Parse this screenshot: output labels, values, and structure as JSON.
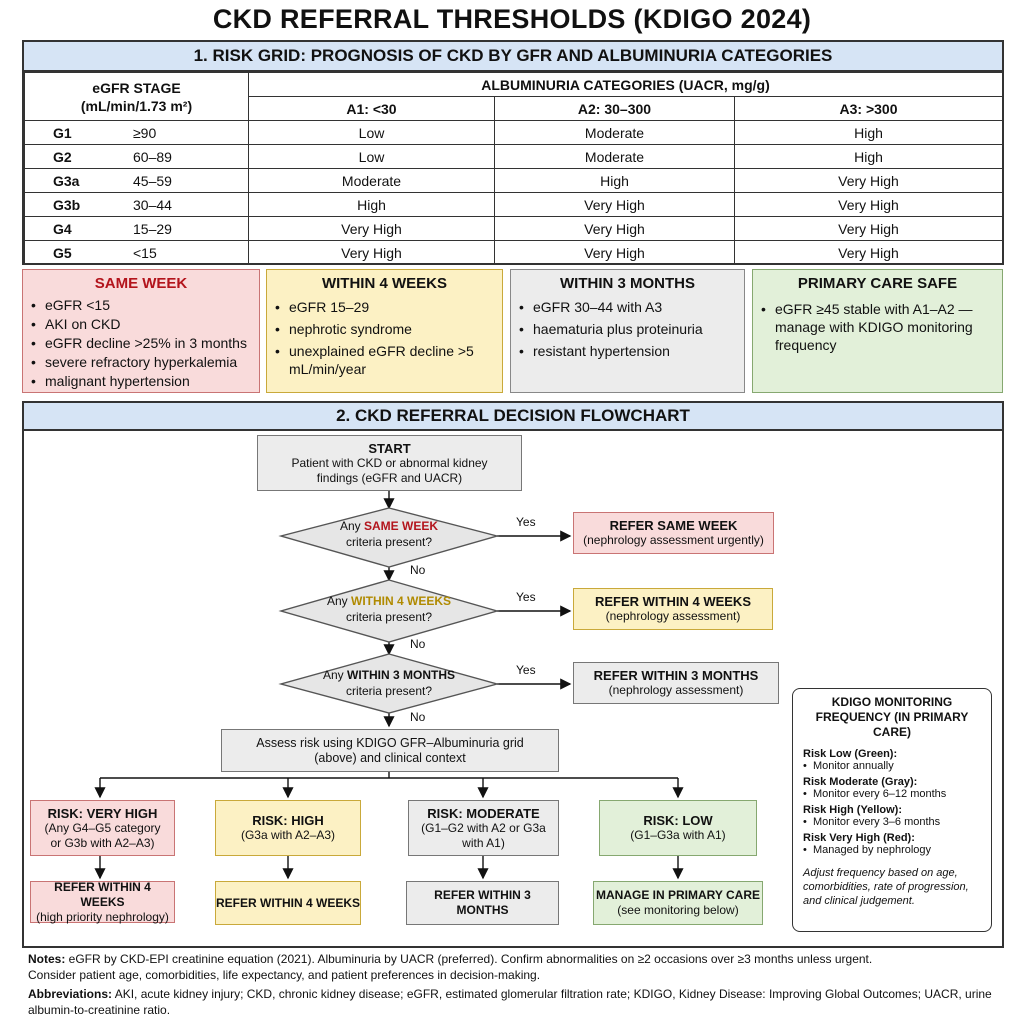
{
  "title": "CKD REFERRAL THRESHOLDS (KDIGO 2024)",
  "section1": {
    "header": "1. RISK GRID: PROGNOSIS OF CKD BY GFR AND ALBUMINURIA CATEGORIES",
    "stage_header_line1": "eGFR STAGE",
    "stage_header_line2": "(mL/min/1.73 m²)",
    "albuminuria_header": "ALBUMINURIA CATEGORIES (UACR, mg/g)",
    "columns": [
      "A1: <30",
      "A2: 30–300",
      "A3: >300"
    ],
    "rows": [
      {
        "stage": "G1",
        "range": "≥90",
        "risk": [
          "Low",
          "Moderate",
          "High"
        ]
      },
      {
        "stage": "G2",
        "range": "60–89",
        "risk": [
          "Low",
          "Moderate",
          "High"
        ]
      },
      {
        "stage": "G3a",
        "range": "45–59",
        "risk": [
          "Moderate",
          "High",
          "Very High"
        ]
      },
      {
        "stage": "G3b",
        "range": "30–44",
        "risk": [
          "High",
          "Very High",
          "Very High"
        ]
      },
      {
        "stage": "G4",
        "range": "15–29",
        "risk": [
          "Very High",
          "Very High",
          "Very High"
        ]
      },
      {
        "stage": "G5",
        "range": "<15",
        "risk": [
          "Very High",
          "Very High",
          "Very High"
        ]
      }
    ]
  },
  "categories": [
    {
      "title": "SAME WEEK",
      "color": "#b3141c",
      "bg": "#f9dbdb",
      "border": "#c97474",
      "items": [
        "eGFR <15",
        "AKI on CKD",
        "eGFR decline >25% in 3 months",
        "severe refractory hyperkalemia",
        "malignant hypertension"
      ]
    },
    {
      "title": "WITHIN 4 WEEKS",
      "color": "#111111",
      "bg": "#fcf1c4",
      "border": "#c9a93a",
      "items": [
        "eGFR 15–29",
        "nephrotic syndrome",
        "unexplained eGFR decline >5 mL/min/year"
      ]
    },
    {
      "title": "WITHIN 3 MONTHS",
      "color": "#111111",
      "bg": "#ececec",
      "border": "#888888",
      "items": [
        "eGFR 30–44 with A3",
        "haematuria plus proteinuria",
        "resistant hypertension"
      ]
    },
    {
      "title": "PRIMARY CARE SAFE",
      "color": "#111111",
      "bg": "#e2f0d9",
      "border": "#86a870",
      "items": [
        "eGFR ≥45 stable with A1–A2 — manage with KDIGO monitoring frequency"
      ]
    }
  ],
  "section2": {
    "header": "2. CKD REFERRAL DECISION FLOWCHART",
    "start_title": "START",
    "start_text": "Patient with CKD or abnormal kidney findings (eGFR and UACR)",
    "d1_pre": "Any ",
    "d1_key": "SAME WEEK",
    "d1_post": "criteria present?",
    "d2_pre": "Any ",
    "d2_key": "WITHIN 4 WEEKS",
    "d2_post": "criteria present?",
    "d3_pre": "Any ",
    "d3_key": "WITHIN 3 MONTHS",
    "d3_post": "criteria present?",
    "yes": "Yes",
    "no": "No",
    "r1_title": "REFER SAME WEEK",
    "r1_text": "(nephrology assessment urgently)",
    "r2_title": "REFER WITHIN 4 WEEKS",
    "r2_text": "(nephrology assessment)",
    "r3_title": "REFER WITHIN 3 MONTHS",
    "r3_text": "(nephrology assessment)",
    "assess_text": "Assess risk using KDIGO GFR–Albuminuria grid (above) and clinical context",
    "risk_vh_title": "RISK: VERY HIGH",
    "risk_vh_text": "(Any G4–G5 category or G3b with A2–A3)",
    "risk_h_title": "RISK: HIGH",
    "risk_h_text": "(G3a with A2–A3)",
    "risk_m_title": "RISK: MODERATE",
    "risk_m_text": "(G1–G2 with A2 or G3a with A1)",
    "risk_l_title": "RISK: LOW",
    "risk_l_text": "(G1–G3a with A1)",
    "out_vh_title": "REFER WITHIN 4 WEEKS",
    "out_vh_text": "(high priority nephrology)",
    "out_h_title": "REFER WITHIN 4 WEEKS",
    "out_m_title": "REFER WITHIN 3 MONTHS",
    "out_l_title": "MANAGE IN PRIMARY CARE",
    "out_l_text": "(see monitoring below)"
  },
  "monitor": {
    "title": "KDIGO MONITORING FREQUENCY (IN PRIMARY CARE)",
    "groups": [
      {
        "head": "Risk Low (Green):",
        "item": "Monitor annually"
      },
      {
        "head": "Risk Moderate (Gray):",
        "item": "Monitor every 6–12 months"
      },
      {
        "head": "Risk High (Yellow):",
        "item": "Monitor every 3–6 months"
      },
      {
        "head": "Risk Very High (Red):",
        "item": "Managed by nephrology"
      }
    ],
    "note": "Adjust frequency based on age, comorbidities, rate of progression, and clinical judgement."
  },
  "notes": {
    "label": "Notes:",
    "line1": " eGFR by CKD-EPI creatinine equation (2021). Albuminuria by UACR (preferred). Confirm abnormalities on ≥2 occasions over ≥3 months unless urgent.",
    "line2": "Consider patient age, comorbidities, life expectancy, and patient preferences in decision-making.",
    "abbr_label": "Abbreviations:",
    "abbr_text": " AKI, acute kidney injury; CKD, chronic kidney disease; eGFR, estimated glomerular filtration rate; KDIGO, Kidney Disease: Improving Global Outcomes; UACR, urine albumin-to-creatinine ratio."
  },
  "colors": {
    "red_accent": "#b3141c",
    "yellow_accent": "#b08a00",
    "header_bg": "#d6e4f5"
  }
}
